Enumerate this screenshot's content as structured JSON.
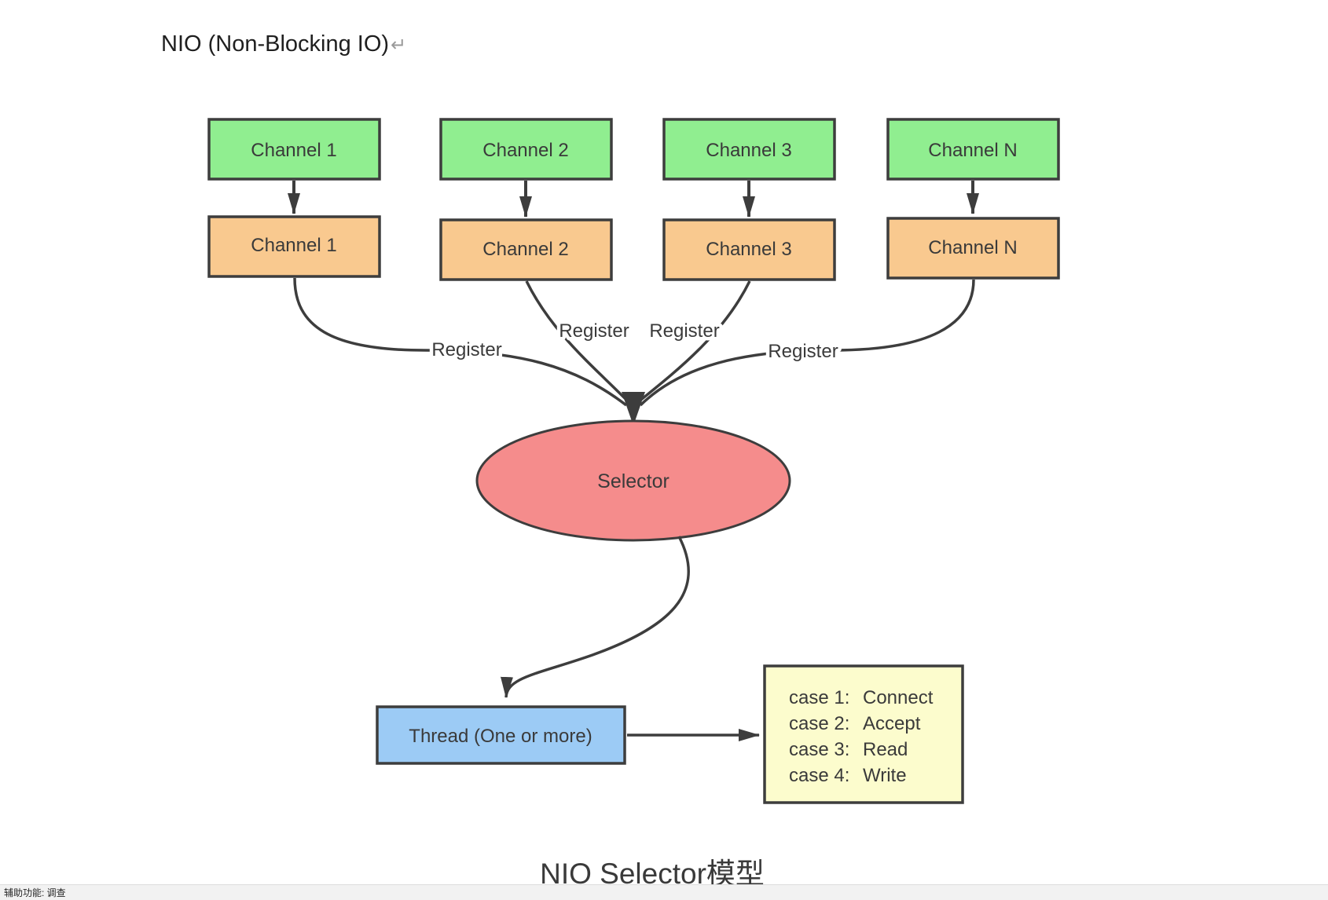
{
  "document": {
    "title": "NIO (Non-Blocking IO)",
    "paragraph_mark": "↵",
    "caption": "NIO Selector模型"
  },
  "diagram": {
    "channels_top": [
      "Channel 1",
      "Channel 2",
      "Channel 3",
      "Channel N"
    ],
    "channels_bottom": [
      "Channel 1",
      "Channel 2",
      "Channel 3",
      "Channel N"
    ],
    "register_labels": [
      "Register",
      "Register",
      "Register",
      "Register"
    ],
    "selector_label": "Selector",
    "thread_label": "Thread (One or more)",
    "cases": [
      {
        "label": "case 1:",
        "value": "Connect"
      },
      {
        "label": "case 2:",
        "value": "Accept"
      },
      {
        "label": "case 3:",
        "value": "Read"
      },
      {
        "label": "case 4:",
        "value": "Write"
      }
    ],
    "colors": {
      "channel_top_fill": "#90EE90",
      "channel_bottom_fill": "#F9C98F",
      "selector_fill": "#F58C8C",
      "thread_fill": "#9CCBF5",
      "cases_fill": "#FCFCCD",
      "line": "#3D3D3D"
    }
  },
  "status_bar": {
    "accessibility_label": "辅助功能: 调查"
  }
}
